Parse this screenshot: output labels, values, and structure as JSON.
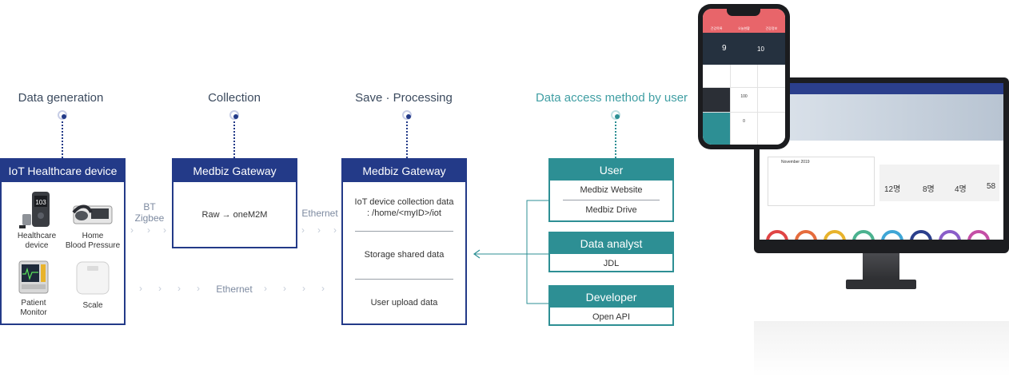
{
  "stages": {
    "generation": "Data generation",
    "collection": "Collection",
    "processing": "Save · Processing",
    "access": "Data access method by user"
  },
  "iot_box": {
    "title": "IoT Healthcare device",
    "devices": {
      "healthcare": "Healthcare\ndevice",
      "bp": "Home\nBlood Pressure",
      "monitor": "Patient\nMonitor",
      "scale": "Scale"
    }
  },
  "connections": {
    "bt_zigbee": "BT\nZigbee",
    "ethernet_top": "Ethernet",
    "ethernet_bottom": "Ethernet"
  },
  "gateway_collect": {
    "title": "Medbiz Gateway",
    "content": "Raw → oneM2M"
  },
  "gateway_process": {
    "title": "Medbiz Gateway",
    "items": [
      "IoT device collection data\n: /home/<myID>/iot",
      "Storage shared data",
      "User upload data"
    ]
  },
  "user_box": {
    "title": "User",
    "items": [
      "Medbiz Website",
      "Medbiz Drive"
    ]
  },
  "analyst_box": {
    "title": "Data analyst",
    "items": [
      "JDL"
    ]
  },
  "developer_box": {
    "title": "Developer",
    "items": [
      "Open API"
    ]
  },
  "phone_screen": {
    "tabs": [
      "건강목록",
      "오늘현황",
      "건강정보"
    ],
    "stat_value_1": "9",
    "stat_value_2": "10",
    "grid_values": [
      "100",
      "0"
    ]
  },
  "monitor_screen": {
    "calendar_title": "November 2019",
    "stat_values": [
      "12명",
      "8명",
      "4명",
      "58"
    ]
  },
  "colors": {
    "navy": "#233a88",
    "teal": "#2d8f94"
  }
}
